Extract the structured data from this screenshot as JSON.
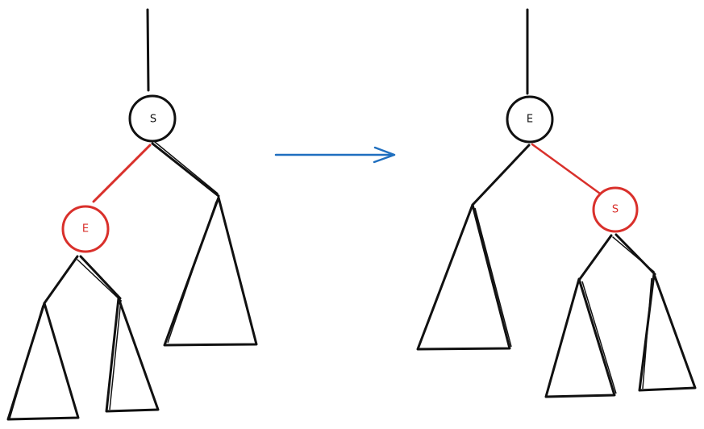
{
  "colors": {
    "black_edge": "#111111",
    "red_edge": "#d9302b",
    "arrow": "#1f6fbf",
    "background": "#ffffff"
  },
  "left_tree": {
    "root": {
      "label": "S",
      "color": "black"
    },
    "child": {
      "label": "E",
      "color": "red"
    }
  },
  "right_tree": {
    "root": {
      "label": "E",
      "color": "black"
    },
    "child": {
      "label": "S",
      "color": "red"
    }
  }
}
